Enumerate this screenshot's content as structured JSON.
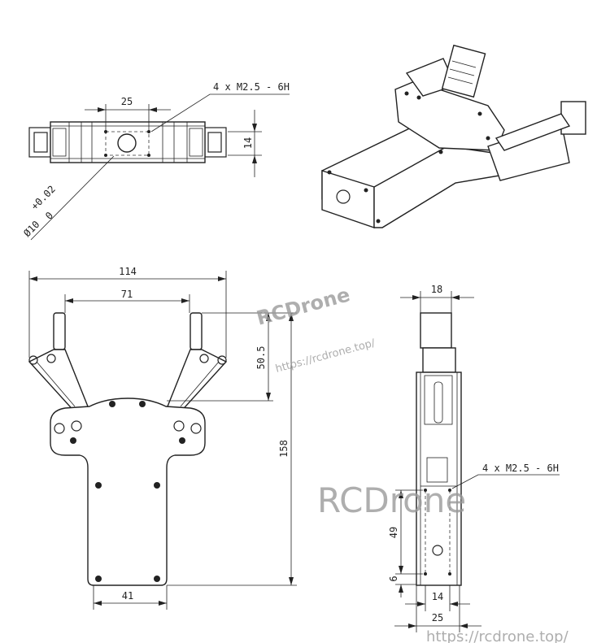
{
  "top_view": {
    "dim_hole_spacing": "25",
    "dim_hole_height": "14",
    "thread_callout": "4 x  M2.5 - 6H",
    "bore_diameter": "Ø10",
    "bore_tol_upper": "+0.02",
    "bore_tol_lower": "0"
  },
  "front_view": {
    "dim_overall_width": "114",
    "dim_finger_span": "71",
    "dim_finger_height": "50.5",
    "dim_overall_height": "158",
    "dim_stem_width": "41"
  },
  "side_view": {
    "dim_finger_width": "18",
    "thread_callout": "4 x  M2.5 - 6H",
    "dim_hole_vertical": "49",
    "dim_bottom_offset": "6",
    "dim_hole_spacing": "14",
    "dim_base_width": "25"
  },
  "watermarks": {
    "brand": "RCDrone",
    "url": "https://rcdrone.top/"
  }
}
